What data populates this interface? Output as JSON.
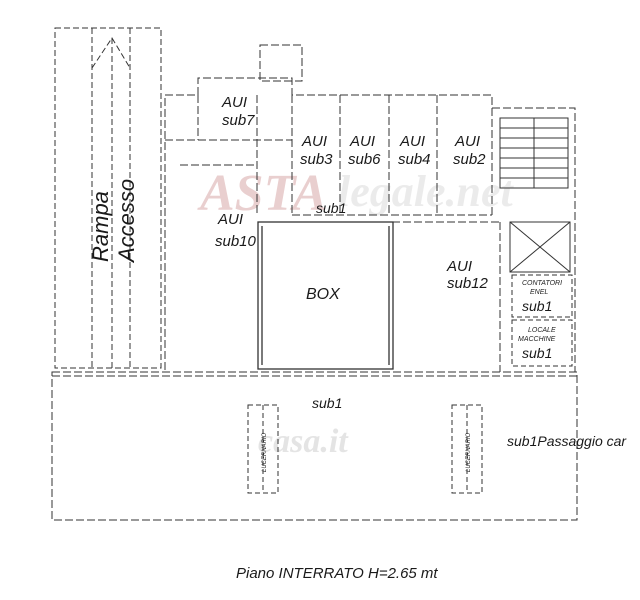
{
  "title": "Piano INTERRATO H=2.65 mt",
  "rooms": {
    "aui_sub7": {
      "line1": "AUI",
      "line2": "sub7"
    },
    "aui_sub3": {
      "line1": "AUI",
      "line2": "sub3"
    },
    "aui_sub6": {
      "line1": "AUI",
      "line2": "sub6"
    },
    "aui_sub4": {
      "line1": "AUI",
      "line2": "sub4"
    },
    "aui_sub2": {
      "line1": "AUI",
      "line2": "sub2"
    },
    "aui_sub10": {
      "line1": "AUI",
      "line2": "sub10"
    },
    "aui_sub12": {
      "line1": "AUI",
      "line2": "sub12"
    },
    "box": "BOX",
    "corridor_upper": "sub1",
    "corridor_lower": "sub1",
    "contatori": {
      "line1": "CONTATORI",
      "line2": "ENEL",
      "line3": "sub1"
    },
    "locale_macchine": {
      "line1": "LOCALE",
      "line2": "MACCHINE",
      "line3": "sub1"
    },
    "passaggio": "sub1Passaggio car"
  },
  "ramp": {
    "line1": "Rampa",
    "line2": "Accesso"
  },
  "skylights": [
    "LUCERNARIO",
    "LUCERNARIO"
  ],
  "watermarks": {
    "asta": "ASTA",
    "legale": "legale.net",
    "casa": "casa.it"
  },
  "colors": {
    "line": "#333333",
    "watermark": "#d9b3b3",
    "watermark_gray": "#dddddd"
  }
}
